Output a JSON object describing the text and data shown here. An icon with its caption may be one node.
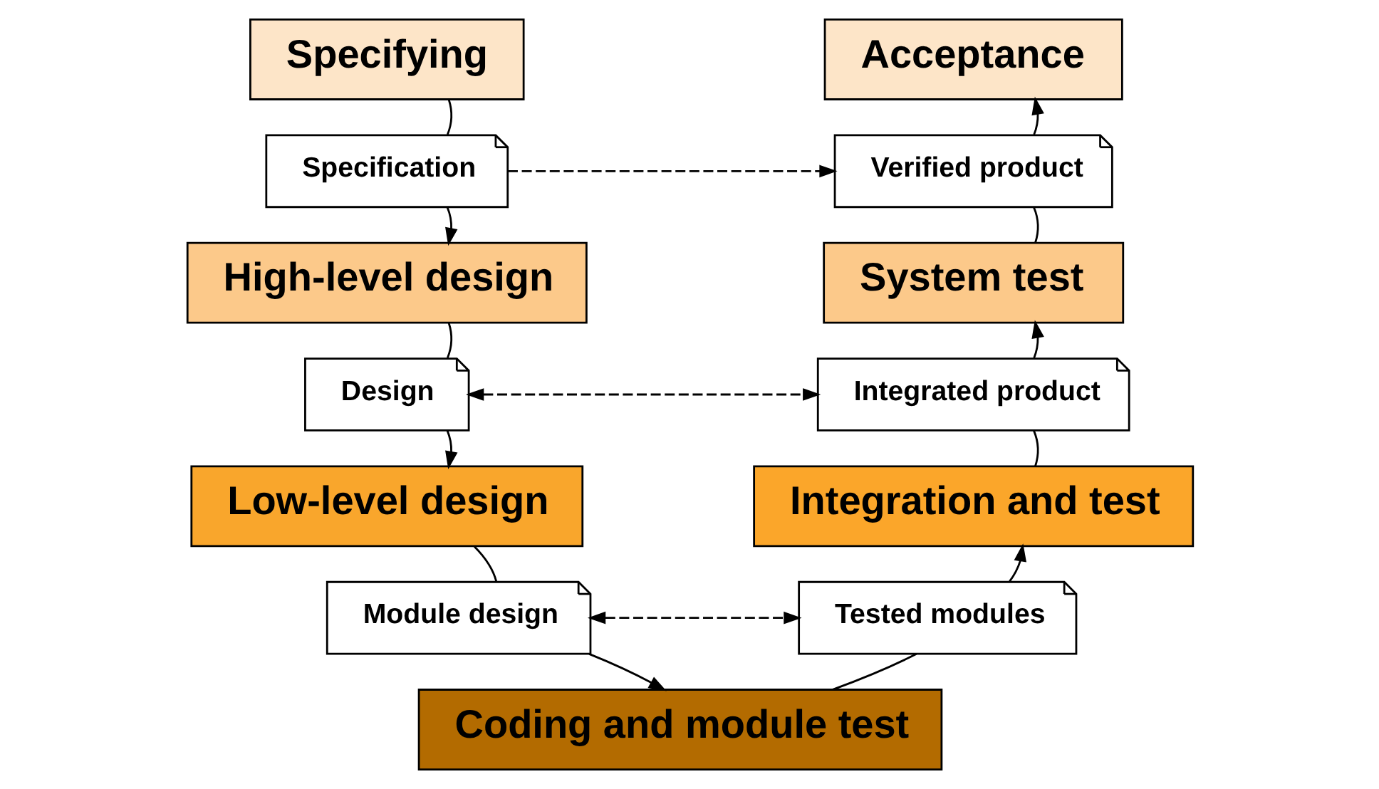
{
  "diagram": {
    "nodes": [
      {
        "text": [
          "Specifying"
        ]
      },
      {
        "text": [
          "Specification"
        ]
      },
      {
        "text": [
          "High-level design"
        ]
      },
      {
        "text": [
          "Design"
        ]
      },
      {
        "text": [
          "Low-level design"
        ]
      },
      {
        "text": [
          "Module design"
        ]
      },
      {
        "text": [
          "Coding and module test"
        ]
      },
      {
        "text": [
          "Tested modules"
        ]
      },
      {
        "text": [
          "Integration and test"
        ]
      },
      {
        "text": [
          "Integrated product"
        ]
      },
      {
        "text": [
          "System test"
        ]
      },
      {
        "text": [
          "Verified product"
        ]
      },
      {
        "text": [
          "Acceptance"
        ]
      }
    ],
    "edges": [
      {
        "from": 0,
        "to": 1,
        "arrow": "none"
      },
      {
        "from": 1,
        "to": 2,
        "arrow": "to"
      },
      {
        "from": 2,
        "to": 3,
        "arrow": "none"
      },
      {
        "from": 3,
        "to": 4,
        "arrow": "to"
      },
      {
        "from": 4,
        "to": 5,
        "arrow": "none"
      },
      {
        "from": 5,
        "to": 6,
        "arrow": "to"
      },
      {
        "from": 6,
        "to": 7,
        "arrow": "none"
      },
      {
        "from": 7,
        "to": 8,
        "arrow": "to"
      },
      {
        "from": 8,
        "to": 9,
        "arrow": "none"
      },
      {
        "from": 9,
        "to": 10,
        "arrow": "to"
      },
      {
        "from": 10,
        "to": 11,
        "arrow": "none"
      },
      {
        "from": 11,
        "to": 12,
        "arrow": "to"
      },
      {
        "from": 1,
        "to": 11,
        "arrow": "to",
        "style": "dashed"
      },
      {
        "from": 3,
        "to": 9,
        "arrow": "both",
        "style": "dashed"
      },
      {
        "from": 5,
        "to": 7,
        "arrow": "both",
        "style": "dashed"
      }
    ]
  }
}
